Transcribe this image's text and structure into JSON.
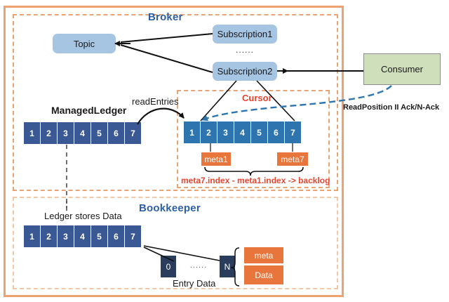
{
  "diagram": {
    "title_broker": "Broker",
    "title_bookkeeper": "Bookkeeper",
    "title_cursor": "Cursor"
  },
  "broker": {
    "topic": "Topic",
    "subscription1": "Subscription1",
    "subscription_dots": "......",
    "subscription2": "Subscription2"
  },
  "consumer": {
    "label": "Consumer"
  },
  "managed_ledger": {
    "label": "ManagedLedger",
    "cells": [
      "1",
      "2",
      "3",
      "4",
      "5",
      "6",
      "7"
    ]
  },
  "cursor": {
    "cells": [
      "1",
      "2",
      "3",
      "4",
      "5",
      "6",
      "7"
    ],
    "meta1": "meta1",
    "meta7": "meta7",
    "formula": "meta7.index - meta1.index -> backlog"
  },
  "edges": {
    "read_entries": "readEntries",
    "read_position": "ReadPosition II Ack/N-Ack"
  },
  "bookkeeper": {
    "ledger_label": "Ledger stores Data",
    "cells": [
      "1",
      "2",
      "3",
      "4",
      "5",
      "6",
      "7"
    ],
    "entry_first": "0",
    "entry_dots": "......",
    "entry_last": "N",
    "entry_label": "Entry Data",
    "meta_block": "meta",
    "data_block": "Data"
  },
  "colors": {
    "frame_orange": "#ECA271",
    "navy_cell": "#3A5894",
    "blue_cell": "#2E75B0",
    "node_blue": "#A6C5E2",
    "consumer_green": "#CFDEBB",
    "meta_orange": "#E8763C",
    "title_blue": "#2E5FA3",
    "accent_red": "#E8442E",
    "cursor_line_blue": "#2E75B0"
  }
}
